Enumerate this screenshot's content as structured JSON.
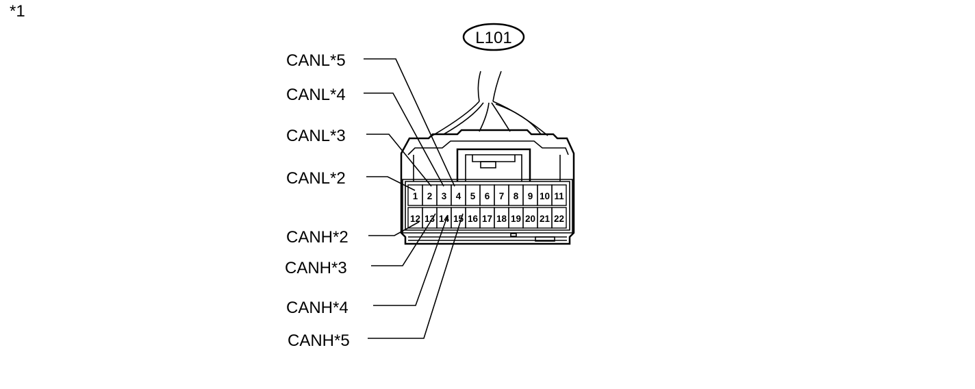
{
  "figure_ref": "*1",
  "connector": {
    "id": "L101",
    "top_row_pins": [
      "1",
      "2",
      "3",
      "4",
      "5",
      "6",
      "7",
      "8",
      "9",
      "10",
      "11"
    ],
    "bottom_row_pins": [
      "12",
      "13",
      "14",
      "15",
      "16",
      "17",
      "18",
      "19",
      "20",
      "21",
      "22"
    ]
  },
  "callouts": {
    "canl_5": "CANL*5",
    "canl_4": "CANL*4",
    "canl_3": "CANL*3",
    "canl_2": "CANL*2",
    "canh_2": "CANH*2",
    "canh_3": "CANH*3",
    "canh_4": "CANH*4",
    "canh_5": "CANH*5"
  }
}
